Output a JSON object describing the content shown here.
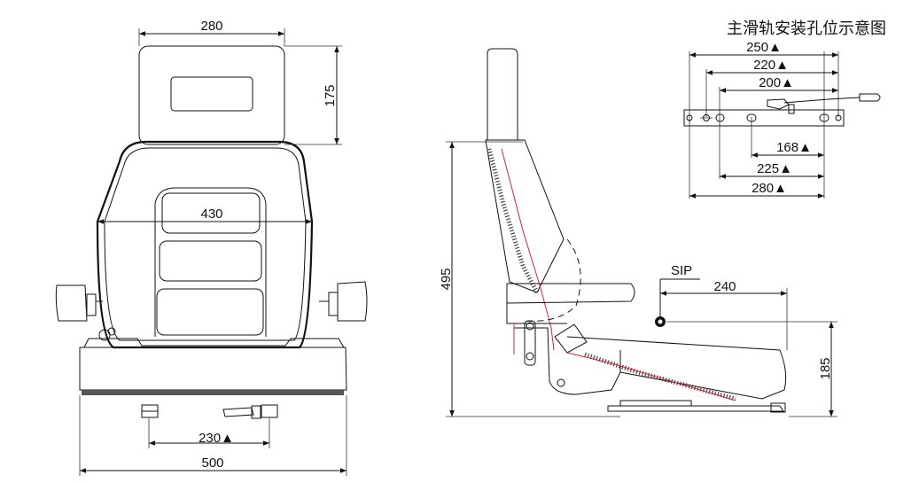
{
  "title": "主滑轨安装孔位示意图",
  "front_view": {
    "headrest_width": "280",
    "headrest_height": "175",
    "backrest_width": "430",
    "rail_spacing": "230▲",
    "overall_width": "500"
  },
  "side_view": {
    "overall_height": "495",
    "sip_label": "SIP",
    "sip_horizontal": "240",
    "sip_height": "185"
  },
  "rail_detail": {
    "dim_250": "250▲",
    "dim_220": "220▲",
    "dim_200": "200▲",
    "dim_168": "168▲",
    "dim_225": "225▲",
    "dim_280": "280▲"
  }
}
